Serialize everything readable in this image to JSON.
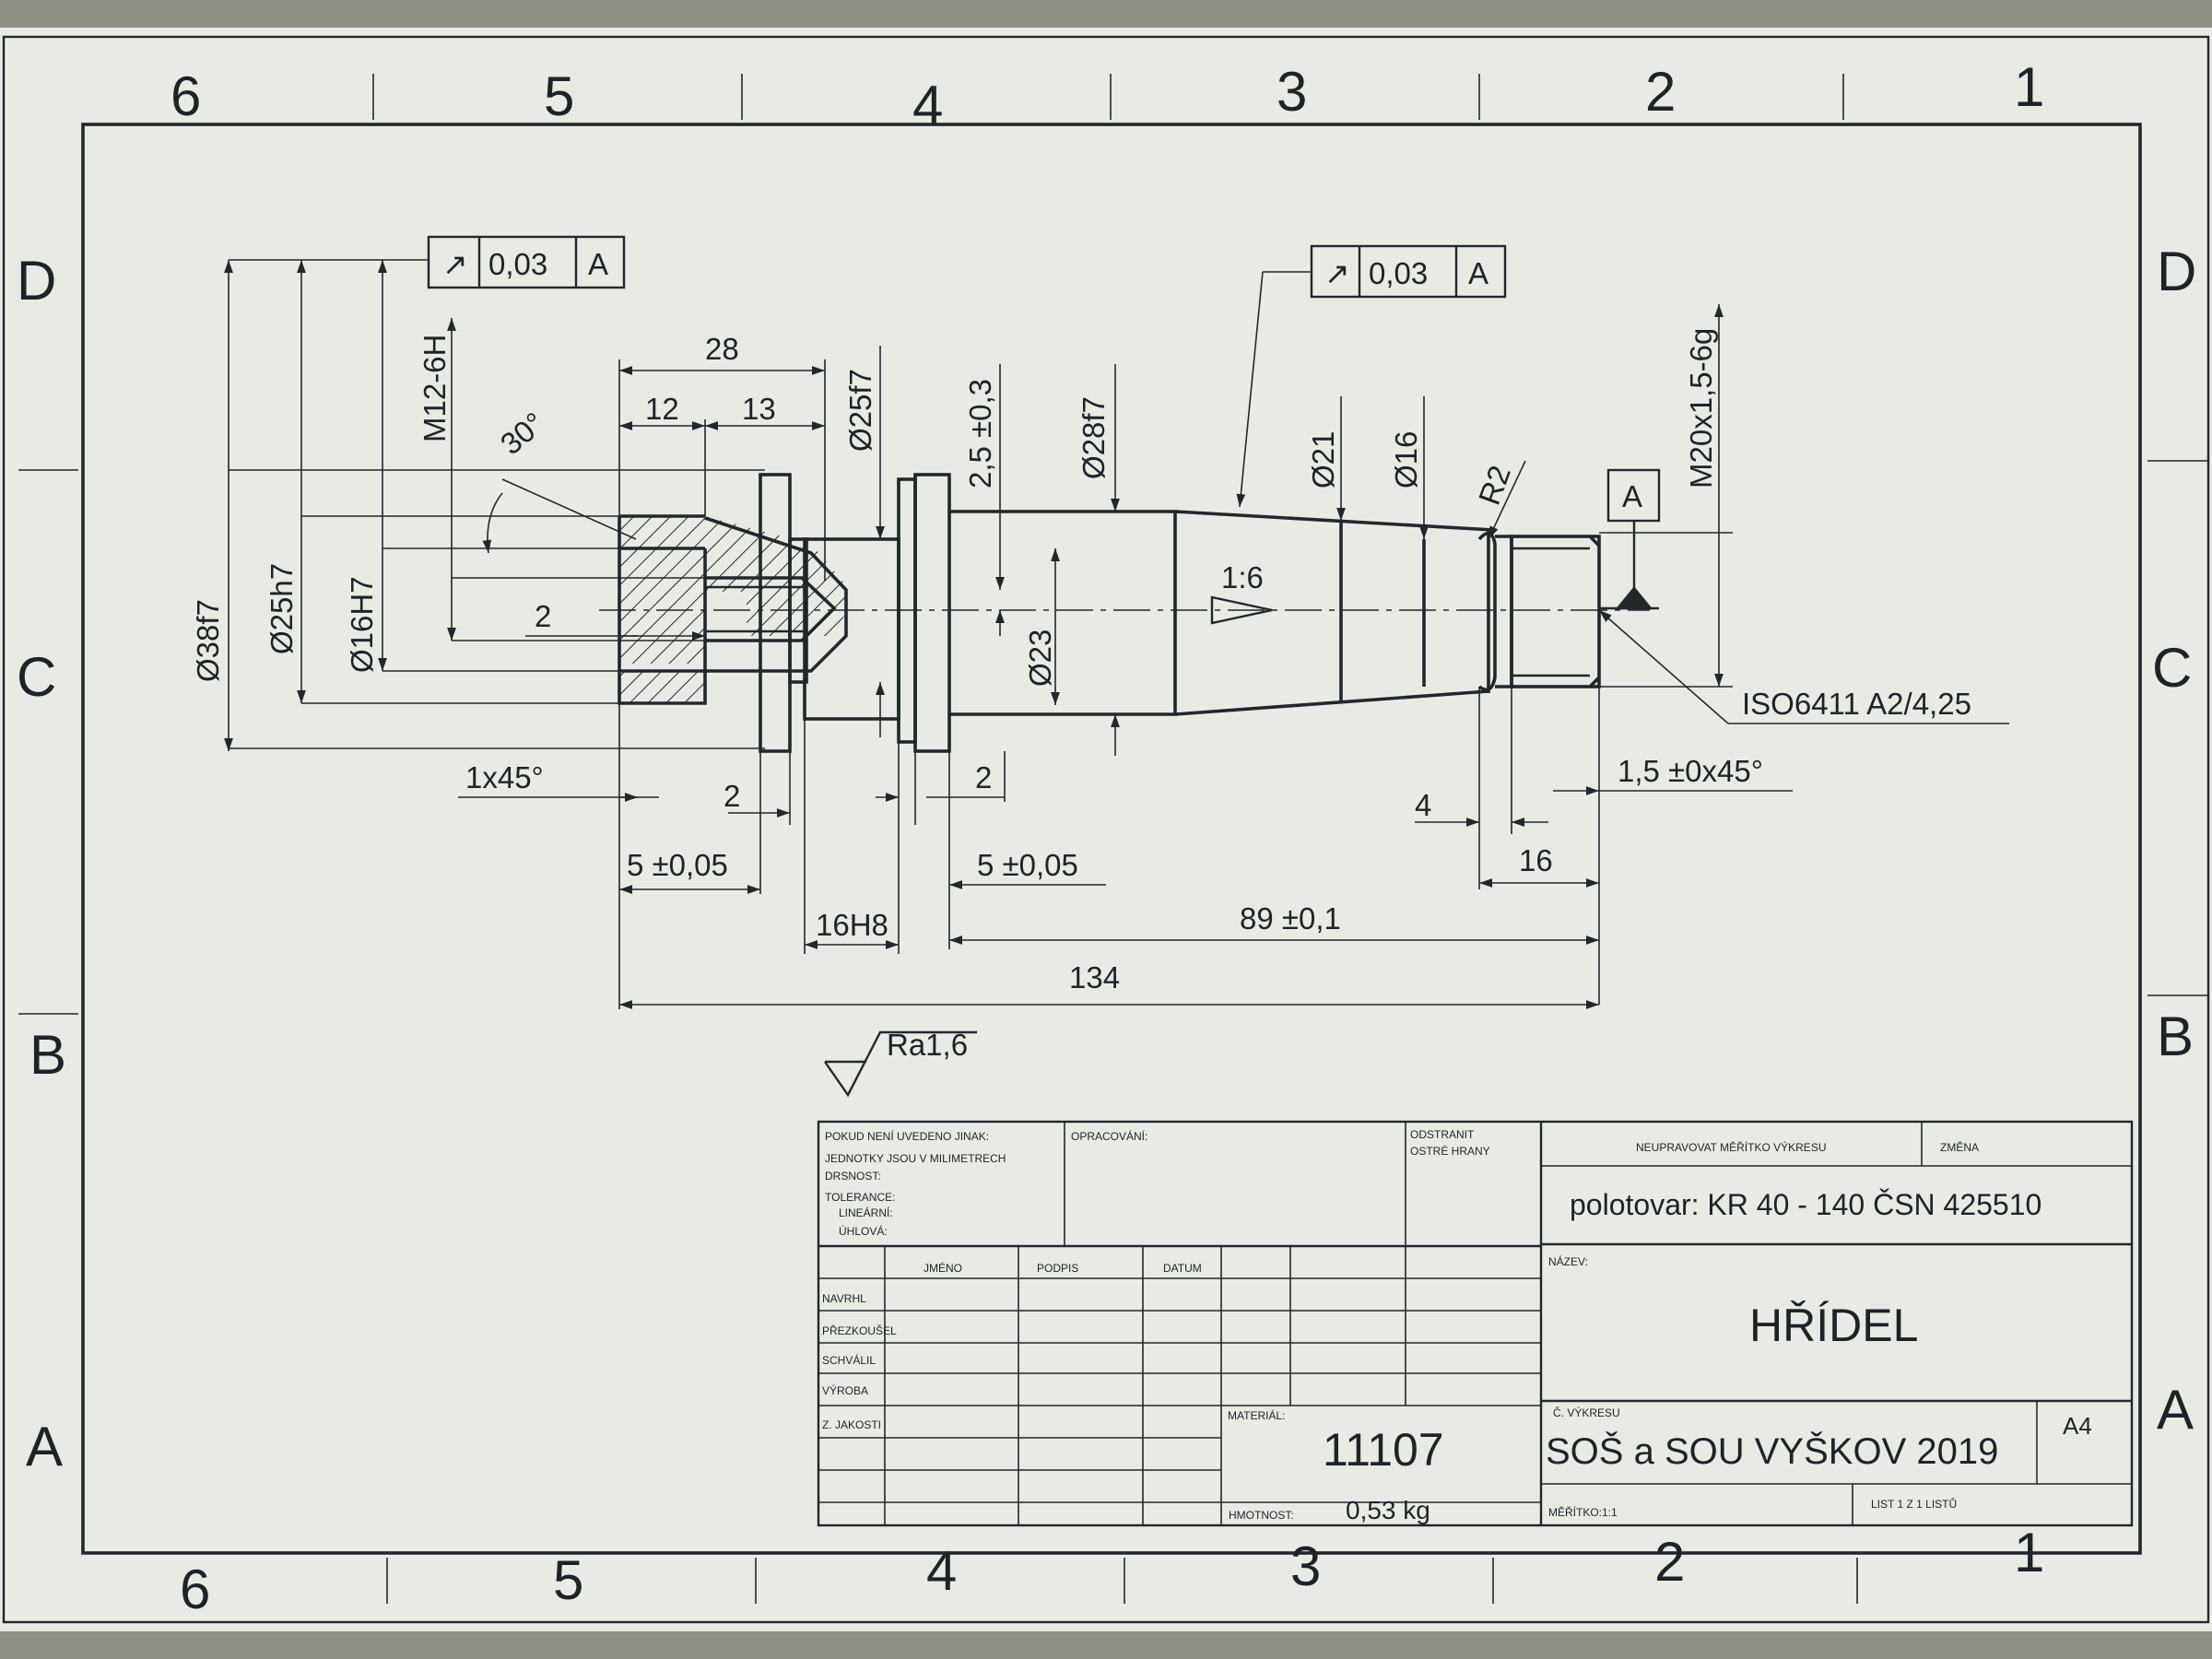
{
  "zones": {
    "columns": [
      "6",
      "5",
      "4",
      "3",
      "2",
      "1"
    ],
    "rows": [
      "D",
      "C",
      "B",
      "A"
    ]
  },
  "dimensions": {
    "d_38f7": "Ø38f7",
    "d_25h7": "Ø25h7",
    "d_16H7": "Ø16H7",
    "m12": "M12-6H",
    "angle_30": "30°",
    "len_28": "28",
    "len_12": "12",
    "len_13": "13",
    "d_25f7": "Ø25f7",
    "tol_2_5": "2,5 ±0,3",
    "d_28f7": "Ø28f7",
    "d_23": "Ø23",
    "taper": "1:6",
    "d_21": "Ø21",
    "d_16": "Ø16",
    "radius_r2": "R2",
    "m20": "M20x1,5-6g",
    "center_hole": "ISO6411 A2/4,25",
    "chamfer_left": "1x45°",
    "gap_2_left": "2",
    "gap_2_mid": "2",
    "gap_2_right": "2",
    "len_5_left": "5 ±0,05",
    "len_5_right": "5 ±0,05",
    "len_16H8": "16H8",
    "len_89": "89 ±0,1",
    "len_134": "134",
    "chamfer_right": "1,5 ±0x45°",
    "len_4": "4",
    "len_16": "16"
  },
  "tolerance_frames": [
    {
      "symbol": "↗",
      "value": "0,03",
      "datum": "A"
    },
    {
      "symbol": "↗",
      "value": "0,03",
      "datum": "A"
    }
  ],
  "datum_label": "A",
  "roughness": "Ra1,6",
  "title_block": {
    "notes_lines": [
      "POKUD NENÍ UVEDENO JINAK:",
      "JEDNOTKY JSOU V MILIMETRECH",
      "DRSNOST:",
      "TOLERANCE:",
      "LINEÁRNÍ:",
      "ÚHLOVÁ:"
    ],
    "opracovani": "OPRACOVÁNÍ:",
    "odstranit": [
      "ODSTRANIT",
      "OSTRÉ HRANY"
    ],
    "neupravovat": "NEUPRAVOVAT MĚŘÍTKO VÝKRESU",
    "zmena": "ZMĚNA",
    "semi_product": "polotovar:   KR 40 - 140 ČSN 425510",
    "header_cols": [
      "JMÉNO",
      "PODPIS",
      "DATUM"
    ],
    "row_labels": [
      "NAVRHL",
      "PŘEZKOUŠEL",
      "SCHVÁLIL",
      "VÝROBA",
      "Z. JAKOSTI"
    ],
    "nazev_label": "NÁZEV:",
    "title": "HŘÍDEL",
    "material_label": "MATERIÁL:",
    "material": "11107",
    "drawing_no_label": "Č. VÝKRESU",
    "drawing_no": "SOŠ a SOU VYŠKOV 2019",
    "format": "A4",
    "weight_label": "HMOTNOST:",
    "weight": "0,53 kg",
    "scale_label": "MĚŘÍTKO:1:1",
    "sheet_label": "LIST 1 Z 1 LISTŮ"
  }
}
